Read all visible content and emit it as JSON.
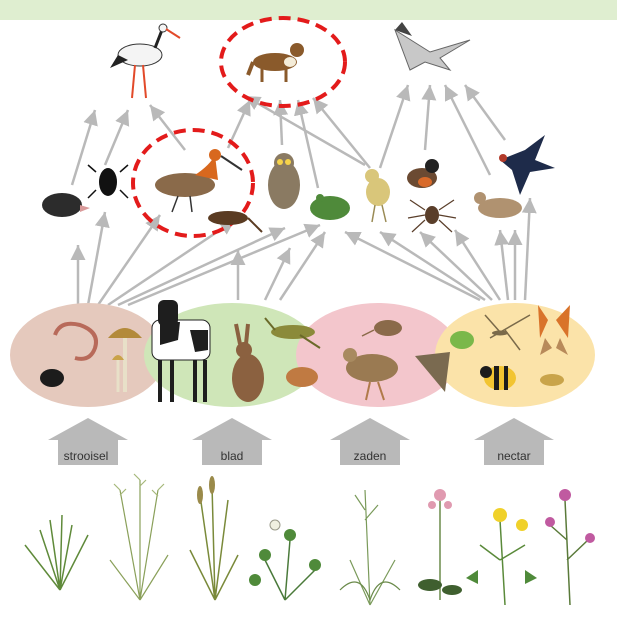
{
  "labels": {
    "litter": "strooisel",
    "leaf": "blad",
    "seeds": "zaden",
    "nectar": "nectar"
  },
  "colors": {
    "top_band": "#dfeed0",
    "litter_ellipse": "#e5c9bd",
    "leaf_ellipse": "#cfe6b8",
    "seeds_ellipse": "#f3c6cc",
    "nectar_ellipse": "#fbe3a9",
    "arrow_gray": "#b9b9b9",
    "highlight_circle": "#e31b1b"
  },
  "icons": {
    "top": [
      "stork-icon",
      "weasel-icon",
      "harrier-icon"
    ],
    "middle": [
      "mole-icon",
      "beetle-icon",
      "godwit-icon",
      "shrew-icon",
      "owl-icon",
      "frog-icon",
      "chick-icon",
      "stonechat-icon",
      "spider-icon",
      "lark-icon",
      "swallow-icon"
    ],
    "base_animals": [
      "earthworm-icon",
      "dung-beetle-icon",
      "mushroom-icon",
      "cow-icon",
      "hare-icon",
      "grasshopper-icon",
      "mouse-icon",
      "vole-icon",
      "corncrake-icon",
      "moth-icon",
      "aphid-icon",
      "mosquito-icon",
      "butterfly-icon",
      "bumblebee-icon",
      "hoverfly-icon"
    ],
    "plants": [
      "grass-tuft-icon",
      "bent-grass-icon",
      "sedge-icon",
      "clover-icon",
      "herb-icon",
      "valerian-icon",
      "buttercup-icon",
      "ragged-robin-icon"
    ]
  }
}
